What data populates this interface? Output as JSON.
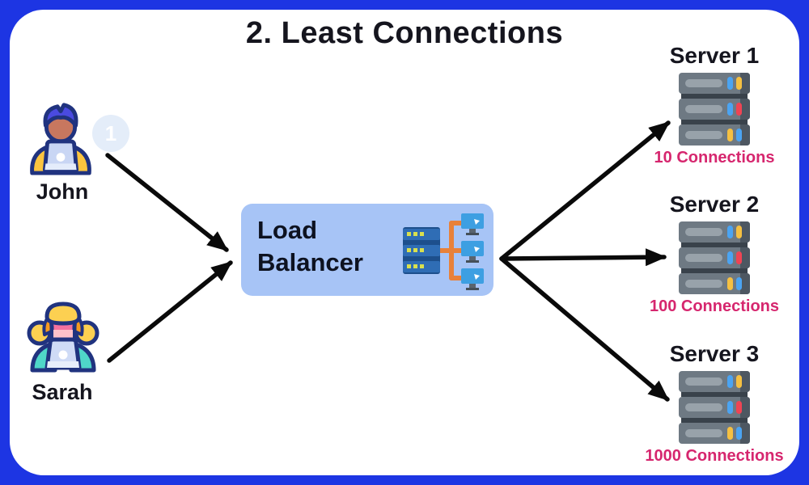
{
  "title": "2. Least Connections",
  "users": [
    {
      "name": "John",
      "badge": "1"
    },
    {
      "name": "Sarah"
    }
  ],
  "load_balancer": {
    "label": "Load Balancer"
  },
  "servers": [
    {
      "name": "Server 1",
      "connections": "10 Connections"
    },
    {
      "name": "Server 2",
      "connections": "100 Connections"
    },
    {
      "name": "Server 3",
      "connections": "1000 Connections"
    }
  ],
  "colors": {
    "frame_border": "#1d35e3",
    "panel_background": "#ffffff",
    "load_balancer_box": "#a7c4f6",
    "connections_label": "#d6266e",
    "arrow": "#0a0a0a",
    "server_body": "#6e7983",
    "led_blue": "#4ba4f2",
    "led_yellow": "#f5c042",
    "led_red": "#ef4454"
  }
}
